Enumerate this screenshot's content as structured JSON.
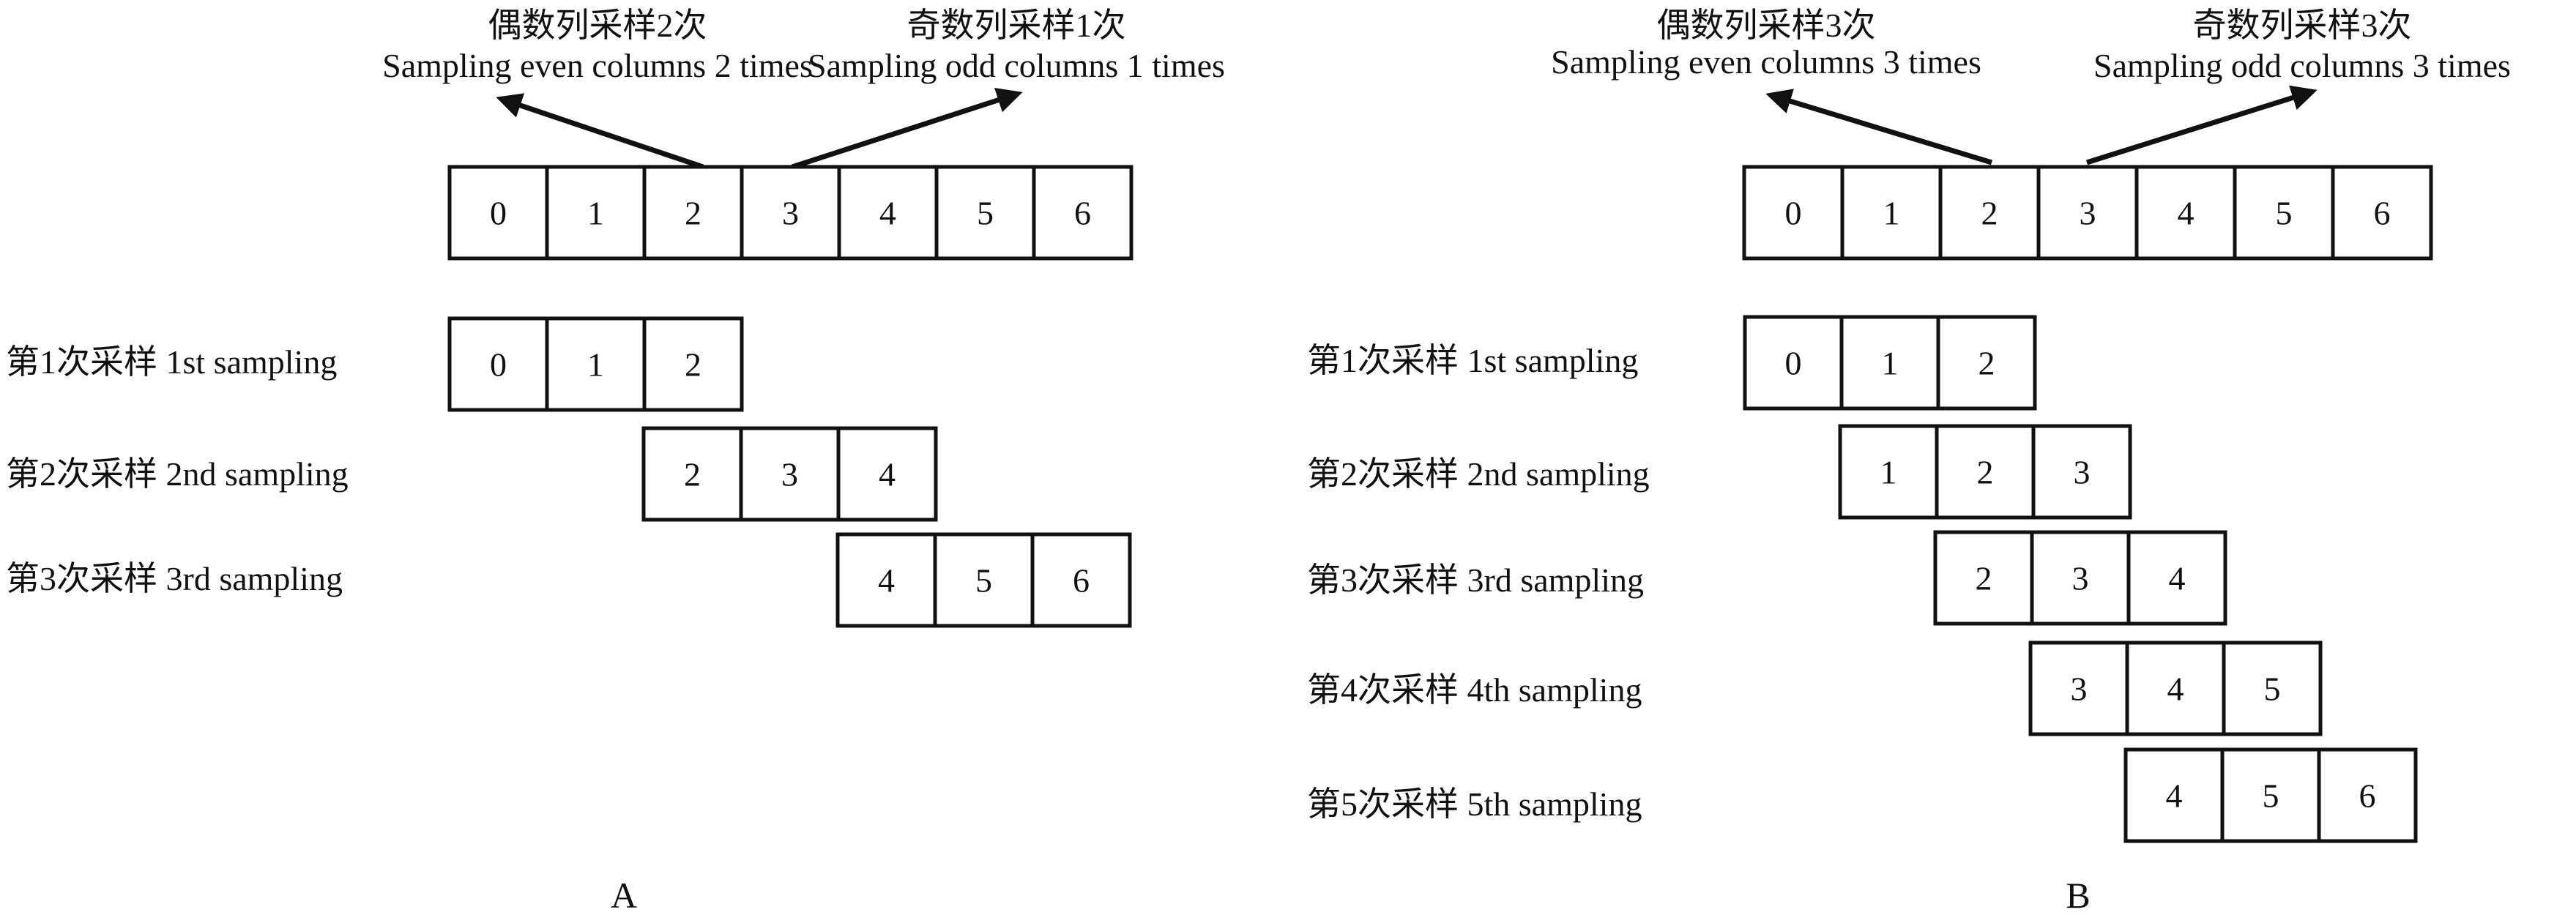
{
  "panels": [
    {
      "id": "A",
      "letter": "A",
      "annotation_left": {
        "line1": "偶数列采样2次",
        "line2": "Sampling even columns 2 times"
      },
      "annotation_right": {
        "line1": "奇数列采样1次",
        "line2": "Sampling odd columns 1 times"
      },
      "top_row": [
        "0",
        "1",
        "2",
        "3",
        "4",
        "5",
        "6"
      ],
      "samplings": [
        {
          "label": "第1次采样 1st sampling",
          "cells": [
            "0",
            "1",
            "2"
          ]
        },
        {
          "label": "第2次采样 2nd sampling",
          "cells": [
            "2",
            "3",
            "4"
          ]
        },
        {
          "label": "第3次采样 3rd sampling",
          "cells": [
            "4",
            "5",
            "6"
          ]
        }
      ]
    },
    {
      "id": "B",
      "letter": "B",
      "annotation_left": {
        "line1": "偶数列采样3次",
        "line2": "Sampling even columns 3 times"
      },
      "annotation_right": {
        "line1": "奇数列采样3次",
        "line2": "Sampling odd columns 3 times"
      },
      "top_row": [
        "0",
        "1",
        "2",
        "3",
        "4",
        "5",
        "6"
      ],
      "samplings": [
        {
          "label": "第1次采样 1st sampling",
          "cells": [
            "0",
            "1",
            "2"
          ]
        },
        {
          "label": "第2次采样 2nd sampling",
          "cells": [
            "1",
            "2",
            "3"
          ]
        },
        {
          "label": "第3次采样 3rd sampling",
          "cells": [
            "2",
            "3",
            "4"
          ]
        },
        {
          "label": "第4次采样 4th sampling",
          "cells": [
            "3",
            "4",
            "5"
          ]
        },
        {
          "label": "第5次采样 5th sampling",
          "cells": [
            "4",
            "5",
            "6"
          ]
        }
      ]
    }
  ]
}
